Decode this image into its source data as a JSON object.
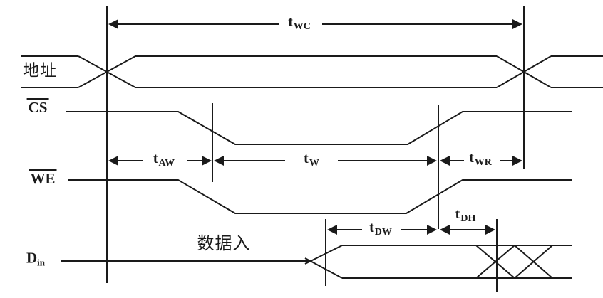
{
  "colors": {
    "line": "#1a1a1a",
    "background": "#ffffff"
  },
  "signals": {
    "address": {
      "label": "地址"
    },
    "cs": {
      "label": "CS"
    },
    "we": {
      "label": "WE"
    },
    "din": {
      "base": "D",
      "sub": "in"
    },
    "data_in_annotation": "数据入"
  },
  "timings": {
    "twc": {
      "base": "t",
      "sub": "WC"
    },
    "taw": {
      "base": "t",
      "sub": "AW"
    },
    "tw": {
      "base": "t",
      "sub": "W"
    },
    "twr": {
      "base": "t",
      "sub": "WR"
    },
    "tdw": {
      "base": "t",
      "sub": "DW"
    },
    "tdh": {
      "base": "t",
      "sub": "DH"
    }
  }
}
